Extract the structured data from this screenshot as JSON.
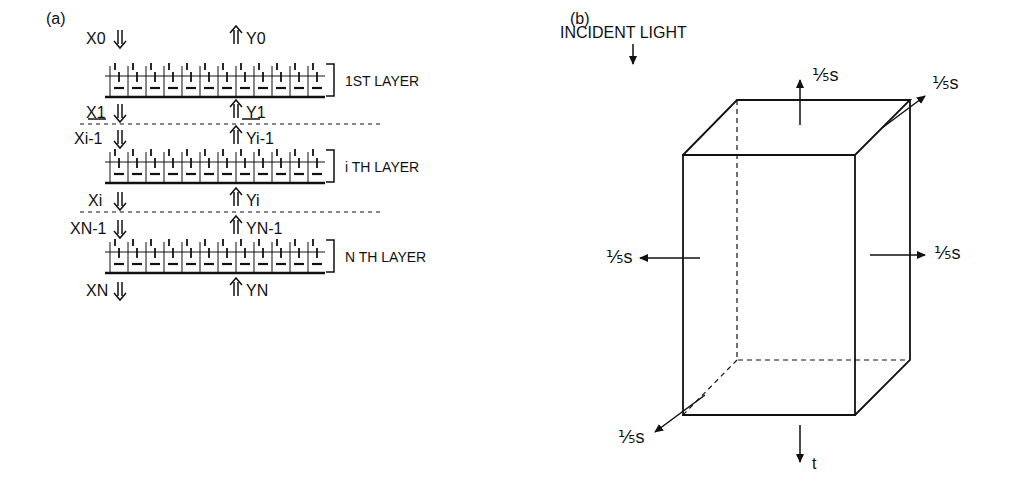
{
  "diagram": {
    "nodes": [
      {
        "text": [
          "1ST LAYER"
        ]
      },
      {
        "text": [
          "i TH LAYER"
        ]
      },
      {
        "text": [
          "N TH LAYER"
        ]
      }
    ],
    "labels": [
      "(a)",
      "(b)",
      "X0",
      "Y0",
      "X1",
      "Y1",
      "Xi-1",
      "Yi-1",
      "Xi",
      "Yi",
      "XN-1",
      "YN-1",
      "XN",
      "YN",
      "INCIDENT LIGHT",
      "⅕s",
      "⅕s",
      "⅕s",
      "⅕s",
      "⅕s",
      "t"
    ]
  }
}
